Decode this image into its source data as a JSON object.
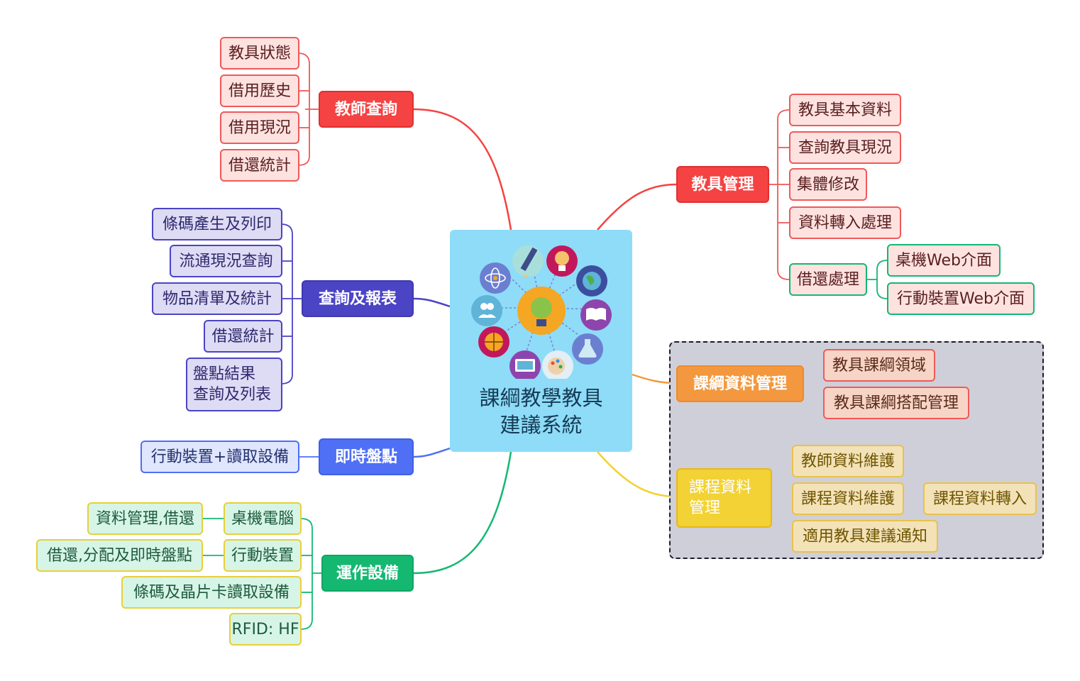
{
  "root": {
    "title": "課綱教學教具\n建議系統"
  },
  "branches": {
    "teacher_query": {
      "label": "教師查詢",
      "items": [
        "教具狀態",
        "借用歷史",
        "借用現況",
        "借還統計"
      ],
      "color": "#f54242"
    },
    "query_report": {
      "label": "查詢及報表",
      "items": [
        "條碼產生及列印",
        "流通現況查詢",
        "物品清單及統計",
        "借還統計",
        "盤點結果\n查詢及列表"
      ],
      "color": "#4b44c4"
    },
    "realtime_inventory": {
      "label": "即時盤點",
      "items": [
        "行動裝置+讀取設備"
      ],
      "color": "#4f6ff5"
    },
    "devices": {
      "label": "運作設備",
      "items": [
        {
          "label": "桌機電腦",
          "detail": "資料管理,借還"
        },
        {
          "label": "行動裝置",
          "detail": "借還,分配及即時盤點"
        },
        {
          "label": "條碼及晶片卡讀取設備"
        },
        {
          "label": "RFID: HF"
        }
      ],
      "color": "#14b871"
    },
    "equipment_mgmt": {
      "label": "教具管理",
      "items": [
        "教具基本資料",
        "查詢教具現況",
        "集體修改",
        "資料轉入處理"
      ],
      "lending": {
        "label": "借還處理",
        "items": [
          "桌機Web介面",
          "行動裝置Web介面"
        ]
      },
      "color": "#f54242"
    },
    "curriculum_data": {
      "label": "課綱資料管理",
      "items": [
        "教具課綱領域",
        "教具課綱搭配管理"
      ],
      "color": "#f3983e"
    },
    "course_data": {
      "label": "課程資料\n管理",
      "items": [
        "教師資料維護",
        "課程資料維護",
        "適用教具建議通知"
      ],
      "sub": {
        "label": "課程資料轉入"
      },
      "color": "#f2d234"
    }
  }
}
